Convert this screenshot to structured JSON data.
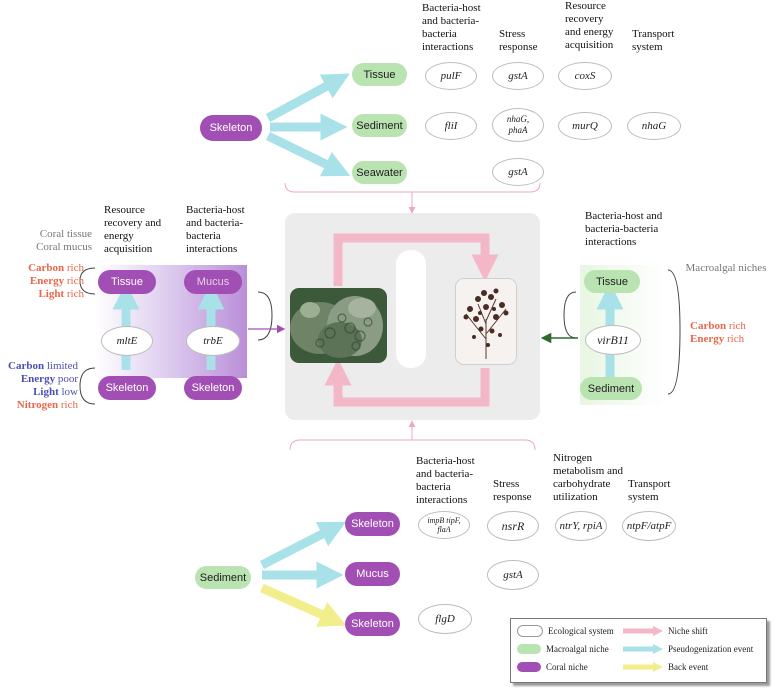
{
  "top_section": {
    "source": "Skeleton",
    "targets": [
      "Tissue",
      "Sediment",
      "Seawater"
    ],
    "headers": [
      "Bacteria-host and bacteria-bacteria interactions",
      "Stress response",
      "Resource recovery and energy acquisition",
      "Transport system"
    ],
    "genes": {
      "tissue": [
        "pulF",
        "gstA",
        "coxS"
      ],
      "sediment": [
        "fliI",
        "nhaG, phaA",
        "murQ",
        "nhaG"
      ],
      "seawater": [
        "gstA"
      ]
    }
  },
  "left_section": {
    "niche_title": [
      "Coral tissue",
      "Coral mucus"
    ],
    "tissue_conditions": [
      {
        "word": "Carbon",
        "rest": " rich"
      },
      {
        "word": "Energy",
        "rest": " rich"
      },
      {
        "word": "Light",
        "rest": " rich"
      }
    ],
    "skeleton_conditions": [
      {
        "word": "Carbon",
        "rest": " limited"
      },
      {
        "word": "Energy",
        "rest": " poor"
      },
      {
        "word": "Light",
        "rest": " low"
      },
      {
        "word": "Nitrogen",
        "rest": " rich"
      }
    ],
    "headers": [
      "Resource recovery and energy acquisition",
      "Bacteria-host and bacteria-bacteria interactions"
    ],
    "col1": {
      "top": "Tissue",
      "gene": "mltE",
      "bottom": "Skeleton"
    },
    "col2": {
      "top": "Mucus",
      "gene": "trbE",
      "bottom": "Skeleton"
    }
  },
  "right_section": {
    "header": "Bacteria-host and bacteria-bacteria interactions",
    "top": "Tissue",
    "gene": "virB11",
    "bottom": "Sediment",
    "niche_title": "Macroalgal niches",
    "conditions": [
      {
        "word": "Carbon",
        "rest": " rich"
      },
      {
        "word": "Energy",
        "rest": " rich"
      }
    ]
  },
  "bottom_section": {
    "source": "Sediment",
    "targets": [
      "Skeleton",
      "Mucus",
      "Skeleton"
    ],
    "headers": [
      "Bacteria-host and bacteria-bacteria interactions",
      "Stress response",
      "Nitrogen metabolism and carbohydrate utilization",
      "Transport system"
    ],
    "genes": {
      "skeleton1": [
        "impB tipF, flaA",
        "nsrR",
        "ntrY, rpiA",
        "ntpF/atpF"
      ],
      "mucus": [
        "gstA"
      ],
      "skeleton2": [
        "flgD"
      ]
    }
  },
  "legend": {
    "items": [
      {
        "label": "Ecological system",
        "kind": "oval"
      },
      {
        "label": "Macroalgal niche",
        "kind": "macro"
      },
      {
        "label": "Coral niche",
        "kind": "coral"
      },
      {
        "label": "Niche shift",
        "color": "#f3b7c8"
      },
      {
        "label": "Pseudogenization event",
        "color": "#a8e1e8"
      },
      {
        "label": "Back event",
        "color": "#f3ee8c"
      }
    ]
  },
  "colors": {
    "coral": "#a24fb5",
    "macro": "#b9e3b0",
    "pseudo": "#a8e1e8",
    "niche_shift": "#f3b7c8",
    "back": "#f3ee8c"
  }
}
